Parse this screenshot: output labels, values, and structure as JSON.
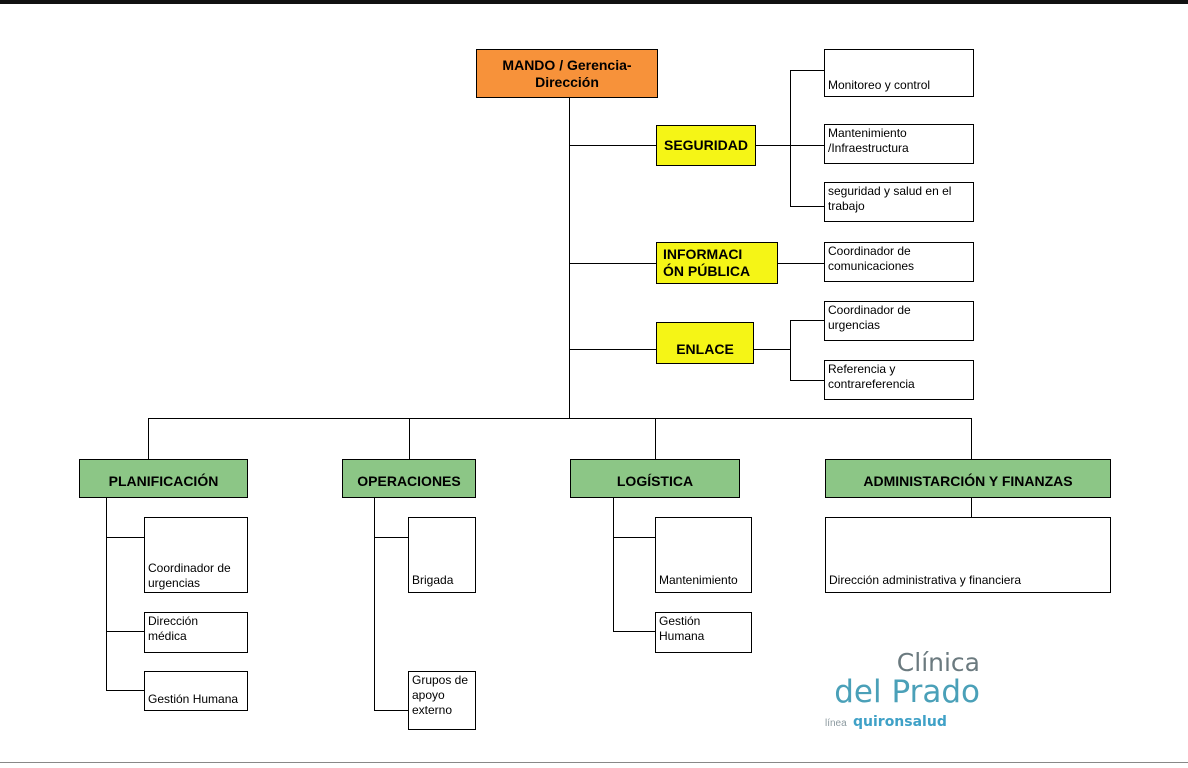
{
  "root": {
    "line1": "MANDO / Gerencia-",
    "line2": "Dirección"
  },
  "staff": {
    "seguridad": {
      "label": "SEGURIDAD",
      "children": [
        {
          "text": "Monitoreo y control"
        },
        {
          "line1": "Mantenimiento",
          "line2": "/Infraestructura"
        },
        {
          "line1": "seguridad y salud en el",
          "line2": "trabajo"
        }
      ]
    },
    "informacion": {
      "line1": "INFORMACI",
      "line2": "ÓN PÚBLICA",
      "children": [
        {
          "line1": "Coordinador de",
          "line2": "comunicaciones"
        }
      ]
    },
    "enlace": {
      "label": "ENLACE",
      "children": [
        {
          "line1": "Coordinador de",
          "line2": "urgencias"
        },
        {
          "line1": "Referencia y",
          "line2": "contrareferencia"
        }
      ]
    }
  },
  "sections": {
    "planificacion": {
      "label": "PLANIFICACIÓN",
      "children": [
        {
          "line1": "Coordinador de",
          "line2": "urgencias"
        },
        {
          "line1": "Dirección",
          "line2": "médica"
        },
        {
          "text": "Gestión Humana"
        }
      ]
    },
    "operaciones": {
      "label": "OPERACIONES",
      "children": [
        {
          "text": "Brigada"
        },
        {
          "line1": "Grupos de",
          "line2": "apoyo",
          "line3": "externo"
        }
      ]
    },
    "logistica": {
      "label": "LOGÍSTICA",
      "children": [
        {
          "text": "Mantenimiento"
        },
        {
          "line1": "Gestión",
          "line2": "Humana"
        }
      ]
    },
    "administracion": {
      "label": "ADMINISTARCIÓN Y FINANZAS",
      "children": [
        {
          "text": "Dirección administrativa y financiera"
        }
      ]
    }
  },
  "logo": {
    "line1": "Clínica",
    "line2": "del Prado",
    "line3": "línea",
    "line4": "quironsalud"
  },
  "colors": {
    "root": "#f7923a",
    "staff": "#f5f516",
    "section": "#8cc686"
  }
}
